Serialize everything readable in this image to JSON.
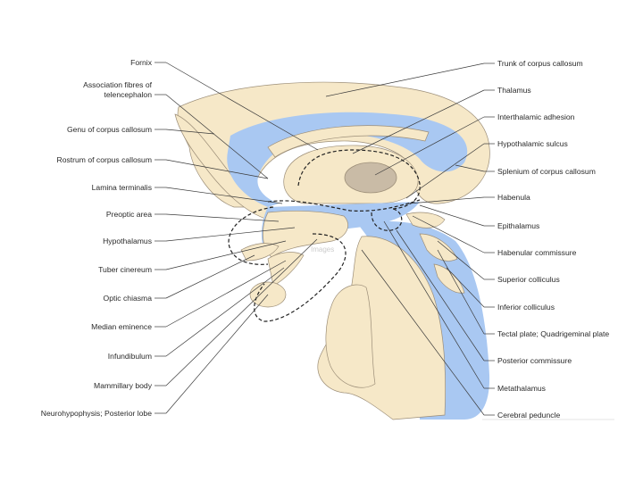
{
  "colors": {
    "tissue": "#f6e8c8",
    "ventricle": "#a9c8f2",
    "adhesion": "#c9bba6",
    "outline": "#9c8e78",
    "leader": "#3a3a3a",
    "label": "#2a2a2a"
  },
  "labels_left": [
    {
      "id": "fornix",
      "lines": [
        "Fornix"
      ]
    },
    {
      "id": "association-fibres",
      "lines": [
        "Association fibres of",
        "telencephalon"
      ]
    },
    {
      "id": "genu",
      "lines": [
        "Genu of corpus callosum"
      ]
    },
    {
      "id": "rostrum",
      "lines": [
        "Rostrum of corpus callosum"
      ]
    },
    {
      "id": "lamina-terminalis",
      "lines": [
        "Lamina terminalis"
      ]
    },
    {
      "id": "preoptic-area",
      "lines": [
        "Preoptic area"
      ]
    },
    {
      "id": "hypothalamus",
      "lines": [
        "Hypothalamus"
      ]
    },
    {
      "id": "tuber-cinereum",
      "lines": [
        "Tuber cinereum"
      ]
    },
    {
      "id": "optic-chiasma",
      "lines": [
        "Optic chiasma"
      ]
    },
    {
      "id": "median-eminence",
      "lines": [
        "Median eminence"
      ]
    },
    {
      "id": "infundibulum",
      "lines": [
        "Infundibulum"
      ]
    },
    {
      "id": "mammillary-body",
      "lines": [
        "Mammillary body"
      ]
    },
    {
      "id": "neurohypophysis",
      "lines": [
        "Neurohypophysis; Posterior lobe"
      ]
    }
  ],
  "labels_right": [
    {
      "id": "trunk-corpus-callosum",
      "lines": [
        "Trunk of corpus callosum"
      ]
    },
    {
      "id": "thalamus",
      "lines": [
        "Thalamus"
      ]
    },
    {
      "id": "interthalamic-adhesion",
      "lines": [
        "Interthalamic adhesion"
      ]
    },
    {
      "id": "hypothalamic-sulcus",
      "lines": [
        "Hypothalamic sulcus"
      ]
    },
    {
      "id": "splenium",
      "lines": [
        "Splenium of corpus callosum"
      ]
    },
    {
      "id": "habenula",
      "lines": [
        "Habenula"
      ]
    },
    {
      "id": "epithalamus",
      "lines": [
        "Epithalamus"
      ]
    },
    {
      "id": "habenular-commissure",
      "lines": [
        "Habenular commissure"
      ]
    },
    {
      "id": "superior-colliculus",
      "lines": [
        "Superior colliculus"
      ]
    },
    {
      "id": "inferior-colliculus",
      "lines": [
        "Inferior colliculus"
      ]
    },
    {
      "id": "tectal-plate",
      "lines": [
        "Tectal plate; Quadrigeminal plate"
      ]
    },
    {
      "id": "posterior-commissure",
      "lines": [
        "Posterior commissure"
      ]
    },
    {
      "id": "metathalamus",
      "lines": [
        "Metathalamus"
      ]
    },
    {
      "id": "cerebral-peduncle",
      "lines": [
        "Cerebral peduncle"
      ]
    }
  ]
}
